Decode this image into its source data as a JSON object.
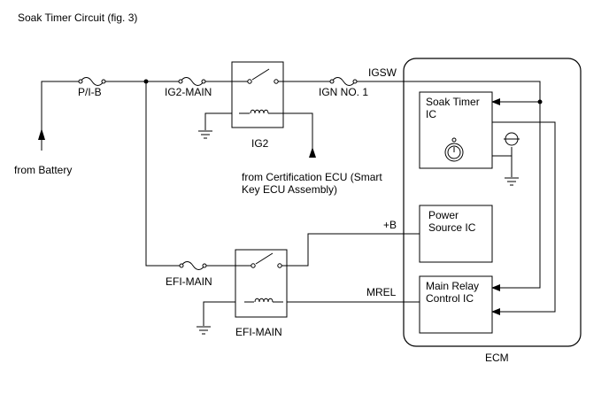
{
  "title": "Soak Timer Circuit (fig. 3)",
  "labels": {
    "pib": "P/I-B",
    "from_battery": "from Battery",
    "ig2_main": "IG2-MAIN",
    "ig2": "IG2",
    "ign_no1": "IGN NO. 1",
    "igsw": "IGSW",
    "from_cert_line1": "from Certification ECU (Smart",
    "from_cert_line2": "Key ECU Assembly)",
    "plus_b": "+B",
    "efi_main_fuse": "EFI-MAIN",
    "efi_main_relay": "EFI-MAIN",
    "mrel": "MREL",
    "ecm": "ECM"
  },
  "ecm_blocks": {
    "soak_timer_line1": "Soak Timer",
    "soak_timer_line2": "IC",
    "power_source_line1": "Power",
    "power_source_line2": "Source IC",
    "main_relay_line1": "Main Relay",
    "main_relay_line2": "Control IC"
  }
}
